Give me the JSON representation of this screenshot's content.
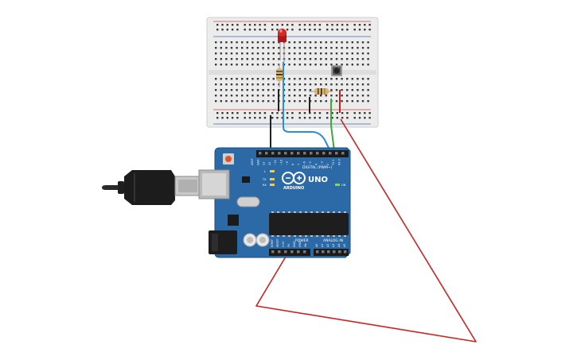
{
  "board": {
    "brand": "ARDUINO",
    "model": "UNO",
    "digital_label": "DIGITAL (PWM~)",
    "power_label": "POWER",
    "analog_label": "ANALOG IN",
    "tx_label": "TX",
    "rx_label": "RX",
    "l_label": "L",
    "on_label": "ON",
    "aref_label": "AREF",
    "gnd_label": "GND",
    "pin13": "13",
    "pin12": "12",
    "pin11": "~11",
    "pin10": "~10",
    "pin9": "~9",
    "pin8": "8",
    "pin7": "7",
    "pin6": "~6",
    "pin5": "~5",
    "pin4": "4",
    "pin3": "~3",
    "pin2": "2",
    "pin1": "TX 1",
    "pin0": "RX 0",
    "p_ioref": "IOREF",
    "p_reset": "RESET",
    "p_33v": "3.3V",
    "p_5v": "5V",
    "p_gnd1": "GND",
    "p_gnd2": "GND",
    "p_vin": "Vin",
    "a0": "A0",
    "a1": "A1",
    "a2": "A2",
    "a3": "A3",
    "a4": "A4",
    "a5": "A5"
  },
  "colors": {
    "board": "#2b6aa6",
    "wire_red": "#cc2222",
    "wire_green": "#3aaa3a",
    "wire_blue": "#2a8fd6",
    "wire_black": "#222222",
    "led": "#c81e1e",
    "breadboard": "#ececec"
  }
}
